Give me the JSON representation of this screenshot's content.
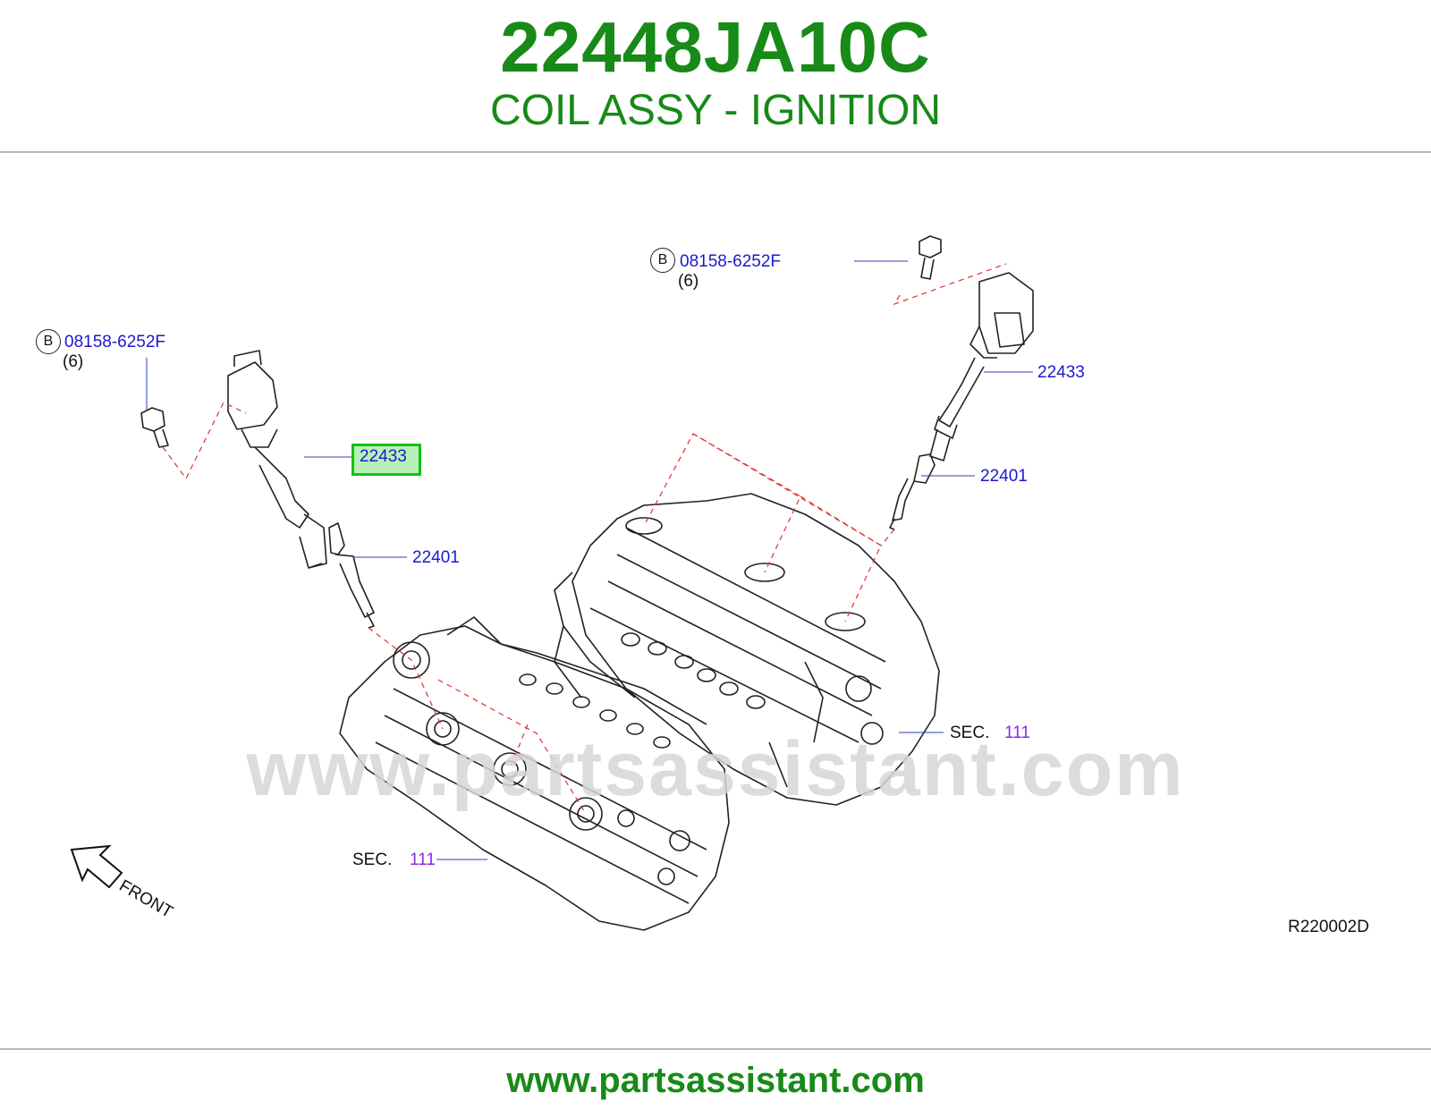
{
  "header": {
    "part_number": "22448JA10C",
    "description": "COIL ASSY - IGNITION"
  },
  "footer": {
    "url": "www.partsassistant.com"
  },
  "watermark": "www.partsassistant.com",
  "diagram": {
    "callouts": {
      "bolt_left": {
        "marker": "B",
        "part": "08158-6252F",
        "qty": "(6)"
      },
      "bolt_right": {
        "marker": "B",
        "part": "08158-6252F",
        "qty": "(6)"
      },
      "coil_left": "22433",
      "coil_right": "22433",
      "plug_left": "22401",
      "plug_right": "22401",
      "sec_left": {
        "prefix": "SEC.",
        "number": "111"
      },
      "sec_right": {
        "prefix": "SEC.",
        "number": "111"
      },
      "front": "FRONT",
      "ref_code": "R220002D"
    },
    "colors": {
      "brand_green": "#178a17",
      "callout_blue": "#1a1ad0",
      "section_purple": "#8a2be2",
      "highlight_green": "#12c212",
      "dashed_red": "#e03030"
    }
  }
}
